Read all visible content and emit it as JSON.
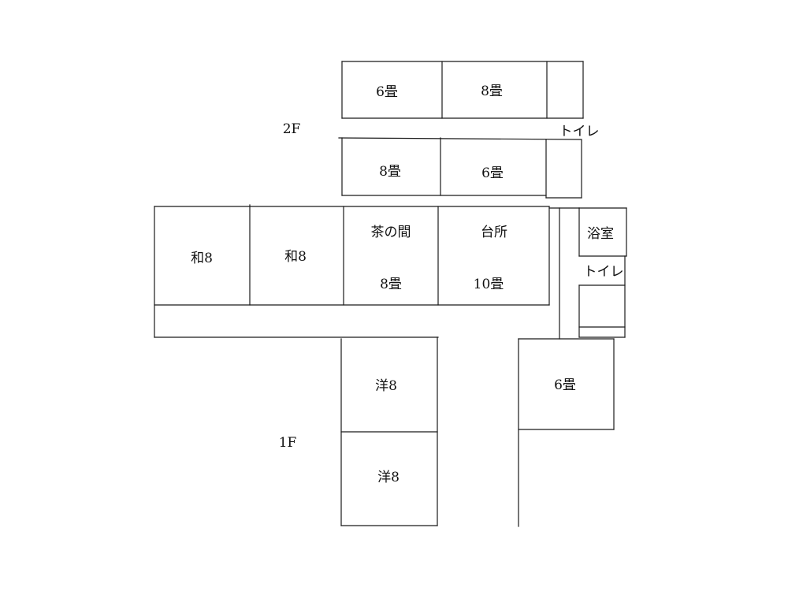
{
  "floor_2f": {
    "label": "2F",
    "room_top_left": "6畳",
    "room_top_middle": "8畳",
    "toilet": "トイレ",
    "room_bottom_left": "8畳",
    "room_bottom_middle": "6畳"
  },
  "floor_1f": {
    "label": "1F",
    "japanese_room_1": "和8",
    "japanese_room_2": "和8",
    "living_room_name": "茶の間",
    "living_room_size": "8畳",
    "kitchen_name": "台所",
    "kitchen_size": "10畳",
    "bathroom": "浴室",
    "toilet": "トイレ",
    "western_room_1": "洋8",
    "western_room_2": "洋8",
    "room_right": "6畳"
  }
}
